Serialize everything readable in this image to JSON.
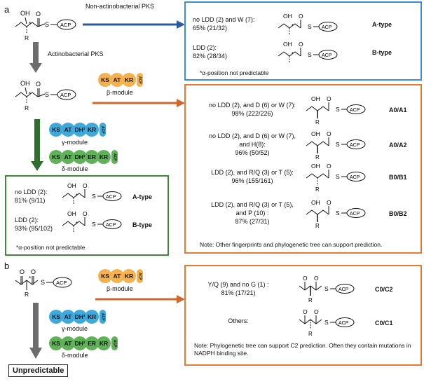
{
  "panels": {
    "a": "a",
    "b": "b"
  },
  "arrows": {
    "non_actino": "Non-actinobacterial PKS",
    "actino": "Actinobacterial PKS"
  },
  "modules": {
    "beta": {
      "domains": [
        "KS",
        "AT",
        "KR"
      ],
      "acp": "ACP",
      "label": "β-module"
    },
    "gamma": {
      "domains": [
        "KS",
        "AT",
        "DH¹",
        "KR"
      ],
      "acp": "ACP",
      "label": "γ-module"
    },
    "delta": {
      "domains": [
        "KS",
        "AT",
        "DH¹",
        "ER",
        "KR"
      ],
      "acp": "ACP",
      "label": "δ-module"
    }
  },
  "acp_label": "ACP",
  "mol_atoms": {
    "oh": "OH",
    "o": "O",
    "s": "S",
    "r": "R",
    "star": "*"
  },
  "blue_box": {
    "rule1": {
      "line1": "no LDD (2) and W (7):",
      "line2": "65% (21/32)",
      "type": "A-type"
    },
    "rule2": {
      "line1": "LDD (2):",
      "line2": "82% (28/34)",
      "type": "B-type"
    },
    "footnote": "*α-position not predictable"
  },
  "orange_box": {
    "rules": [
      {
        "line1": "no LDD (2), and D (6) or W (7):",
        "line2": "98% (222/226)",
        "line3": "",
        "type": "A0/A1"
      },
      {
        "line1": "no LDD (2), and D (6) or W (7),",
        "line2": "and H(8):",
        "line3": "96% (50/52)",
        "type": "A0/A2"
      },
      {
        "line1": "LDD (2), and R/Q (3) or T (5):",
        "line2": "96% (155/161)",
        "line3": "",
        "type": "B0/B1"
      },
      {
        "line1": "LDD (2), and R/Q (3) or T (5),",
        "line2": "and P (10) :",
        "line3": "87% (27/31)",
        "type": "B0/B2"
      }
    ],
    "note": "Note: Other fingerprints and phylogenetic tree can support prediction."
  },
  "green_box": {
    "rule1": {
      "line1": "no LDD (2):",
      "line2": "81% (9/11)",
      "type": "A-type"
    },
    "rule2": {
      "line1": "LDD (2):",
      "line2": "93% (95/102)",
      "type": "B-type"
    },
    "footnote": "*α-position not predictable"
  },
  "orange_box_b": {
    "rule1": {
      "line1": "Y/Q (9) and no G (1) :",
      "line2": "81% (17/21)",
      "type": "C0/C2"
    },
    "rule2": {
      "line1": "Others:",
      "type": "C0/C1"
    },
    "note": "Note: Phylogenetic tree can support C2 prediction. Often they contain mutations in NADPH binding site."
  },
  "unpredictable": "Unpredictable",
  "colors": {
    "blue_box": "#3b8fd6",
    "orange_box": "#e97b2e",
    "green_box": "#3e8a3a",
    "arrow_blue": "#2c5aa0",
    "arrow_orange": "#d2672a",
    "arrow_green": "#2f6e2d",
    "arrow_gray": "#6d6d6d"
  }
}
